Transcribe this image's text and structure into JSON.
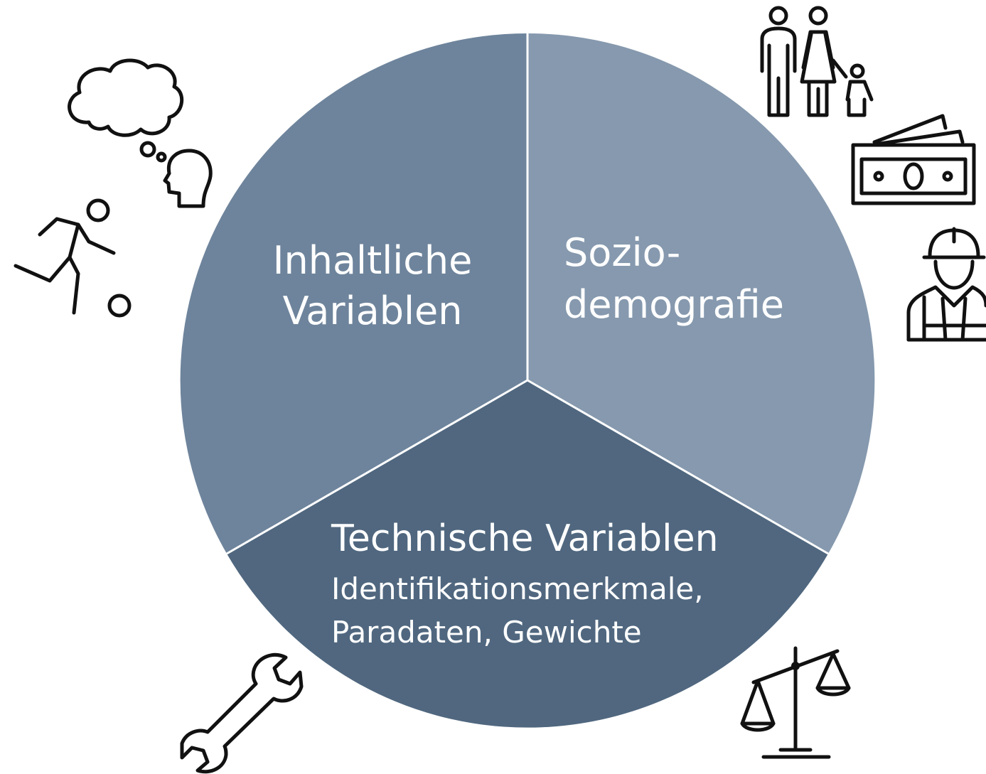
{
  "diagram": {
    "segments": [
      {
        "id": "inhaltliche",
        "lines": [
          "Inhaltliche",
          "Variablen"
        ],
        "color": "#6E849C"
      },
      {
        "id": "sozio",
        "lines": [
          "Sozio-",
          "demografie"
        ],
        "color": "#8699AE"
      },
      {
        "id": "technische",
        "title": "Technische Variablen",
        "lines": [
          "Identifikationsmerkmale,",
          "Paradaten, Gewichte"
        ],
        "color": "#50677F"
      }
    ],
    "divider_color": "#ffffff"
  },
  "icons": [
    "thought-bubble-head-icon",
    "running-person-icon",
    "family-icon",
    "banknote-icon",
    "construction-worker-icon",
    "wrench-icon",
    "balance-scale-icon"
  ]
}
